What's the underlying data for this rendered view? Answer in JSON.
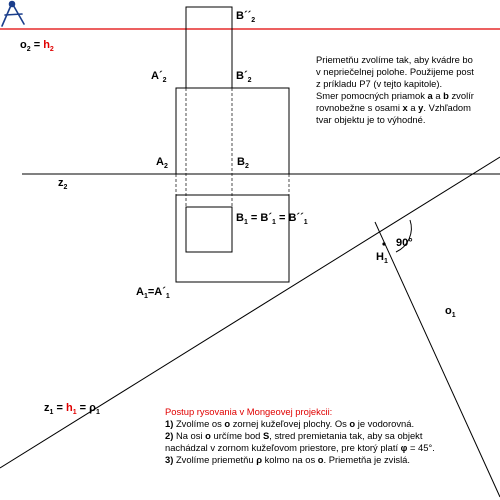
{
  "labels": {
    "o2_prefix": "o",
    "o2_sub": "2",
    "o2_eq": " = ",
    "h2": "h",
    "h2_sub": "2",
    "B2pp": "B´´",
    "B2pp_sub": "2",
    "A2p": "A´",
    "A2p_sub": "2",
    "B2p": "B´",
    "B2p_sub": "2",
    "A2": "A",
    "A2_sub": "2",
    "B2": "B",
    "B2_sub": "2",
    "z2": "z",
    "z2_sub": "2",
    "B1_text": "B",
    "B1_sub": "1",
    "B1_eq": " = B´",
    "B1_sub2": "1",
    "B1_eq2": " = B´´",
    "B1_sub3": "1",
    "angle": "90°",
    "H1": "H",
    "H1_sub": "1",
    "o1": "o",
    "o1_sub": "1",
    "A1": "A",
    "A1_sub": "1",
    "A1_eq": "=A´",
    "A1_sub2": "1",
    "z1": "z",
    "z1_sub": "1",
    "z1_eq": " = ",
    "h1": "h",
    "h1_sub": "1",
    "z1_eq2": " =  ρ",
    "rho_sub": "1"
  },
  "description": {
    "line1": "Priemetňu zvolíme  tak, aby kvádre bo",
    "line2": "v nepriečelnej polohe. Použijeme post",
    "line3": "z príkladu  P7 (v tejto kapitole).",
    "line4_a": "Smer pomocných priamok ",
    "line4_b": "a",
    "line4_c": " a ",
    "line4_d": "b",
    "line4_e": " zvolír",
    "line5_a": "rovnobežne  s osami ",
    "line5_b": "x",
    "line5_c": " a ",
    "line5_d": "y",
    "line5_e": ". Vzhľadom",
    "line6": "tvar objektu je to výhodné."
  },
  "steps": {
    "title": "Postup rysovania  v Mongeovej projekcii:",
    "s1_num": "1)",
    "s1_a": " Zvolíme  os ",
    "s1_b": "o",
    "s1_c": " zornej kužeľovej  plochy.  Os ",
    "s1_d": "o",
    "s1_e": "  je vodorovná.",
    "s2_num": "2)",
    "s2_a": " Na osi ",
    "s2_b": "o",
    "s2_c": " určíme  bod ",
    "s2_d": "S",
    "s2_e": ", stred premietania tak, aby sa objekt",
    "s2_line2_a": "nachádzal  v zornom  kužeľovom  priestore, pre ktorý platí  ",
    "s2_line2_b": "φ",
    "s2_line2_c": " = 45°.",
    "s3_num": "3)",
    "s3_a": " Zvolíme  priemetňu ",
    "s3_b": "ρ",
    "s3_c": " kolmo na os ",
    "s3_d": "o",
    "s3_e": ". Priemetňa je zvislá."
  },
  "colors": {
    "red": "#e00000",
    "line": "#000000"
  },
  "icons": [
    "compass-icon"
  ]
}
